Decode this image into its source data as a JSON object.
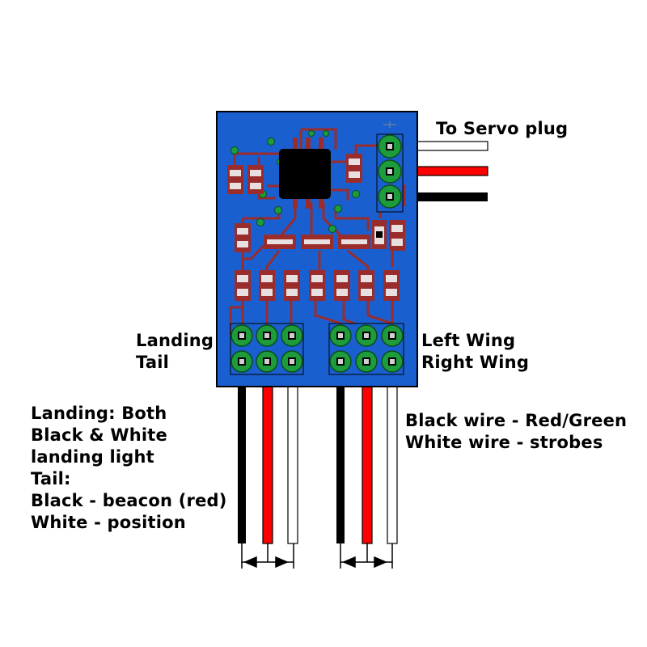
{
  "colors": {
    "board": "#1a5fd0",
    "board_outline": "#000000",
    "trace": "#9a2c2c",
    "pad": "#1e9b3a",
    "part_body": "#e8e0e0",
    "wire_black": "#000000",
    "wire_red": "#ff0000",
    "wire_white": "#ffffff"
  },
  "labels": {
    "servo_plug": "To Servo plug",
    "landing": "Landing",
    "tail": "Tail",
    "left_wing": "Left Wing",
    "right_wing": "Right Wing",
    "notes_left": [
      "Landing: Both",
      "Black & White",
      "landing light",
      "Tail:",
      "Black - beacon (red)",
      "White - position"
    ],
    "notes_right": [
      "Black wire - Red/Green",
      "White wire - strobes"
    ]
  },
  "servo_wires": [
    "white",
    "red",
    "black"
  ],
  "left_header_wires": [
    "black",
    "red",
    "white"
  ],
  "right_header_wires": [
    "black",
    "red",
    "white"
  ],
  "icons": [
    "pcb-board",
    "ic-chip",
    "transistor",
    "resistor",
    "header-pin",
    "connector-arrow"
  ]
}
